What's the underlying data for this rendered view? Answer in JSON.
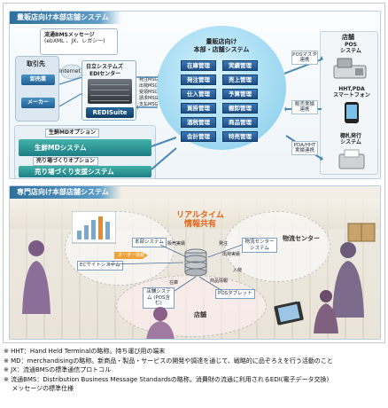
{
  "panel1": {
    "title": "量販店向け本部店舗システム",
    "msg_box": [
      "流通BMSメッセージ",
      "(ebXML 、JX、レガシー)"
    ],
    "partners": {
      "title": "取引先",
      "items": [
        "卸売業",
        "メーカー"
      ]
    },
    "internet": "Internet",
    "edi_center": {
      "title": [
        "日立システムズ",
        "EDIセンター"
      ],
      "brand": "REDISuite"
    },
    "msg_flows": [
      "発注MSG",
      "出荷MSG",
      "受領MSG",
      "請求MSG",
      "支払MSG"
    ],
    "core_title": [
      "量販店向け",
      "本部・店舗システム"
    ],
    "modules": [
      [
        "在庫管理",
        "実績管理"
      ],
      [
        "発注管理",
        "売上管理"
      ],
      [
        "仕入管理",
        "予算管理"
      ],
      [
        "買掛管理",
        "棚卸管理"
      ],
      [
        "酒税管理",
        "商品管理"
      ],
      [
        "会計管理",
        "特売管理"
      ]
    ],
    "options": [
      {
        "label": "生鮮MDオプション",
        "bar": "生鮮MDシステム"
      },
      {
        "label": "売り場づくりオプション",
        "bar": "売り場づくり支援システム"
      }
    ],
    "store": {
      "title": "店舗",
      "devices": [
        {
          "name": [
            "POS",
            "システム"
          ],
          "link": [
            "POSマスタ",
            "連携"
          ]
        },
        {
          "name": [
            "HHT,PDA",
            "スマートフォン"
          ],
          "link": [
            "販売実績",
            "連携"
          ]
        },
        {
          "name": [
            "棚札発行",
            "システム"
          ],
          "link": [
            "PDA/HHT",
            "実績連携"
          ]
        }
      ]
    }
  },
  "panel2": {
    "title": "専門店向け本部店舗システム",
    "banner": [
      "リアルタイム",
      "情報共有"
    ],
    "areas": [
      "本部",
      "物流センター",
      "店舗"
    ],
    "systems": [
      "本部システム",
      "物流センター システム",
      "ECサイトシステム",
      "店舗システム (POS含む)",
      "POSタブレット"
    ],
    "flows": [
      "販売実績",
      "発注",
      "出荷実績",
      "在庫",
      "商品情報",
      "オーダー情報",
      "入荷"
    ]
  },
  "notes": [
    "※ HHT：Hand Held Terminalの略称。持ち運び用の端末",
    "※ MD：merchandisingの略称。新商品・製品・サービスの開発や調達を通じて、戦略的に品ぞろえを行う活動のこと",
    "※ JX：流通BMSの標準通信プロトコル",
    "※ 流通BMS：Distribution Business Message Standardsの略称。消費財の流通に利用されるEDI(電子データ交換)",
    "　 メッセージの標準仕様"
  ],
  "colors": {
    "accent": "#2f6f9c",
    "teal": "#1d7e86",
    "module": "#1d4f86",
    "ellipse": "#9bd7f0"
  }
}
